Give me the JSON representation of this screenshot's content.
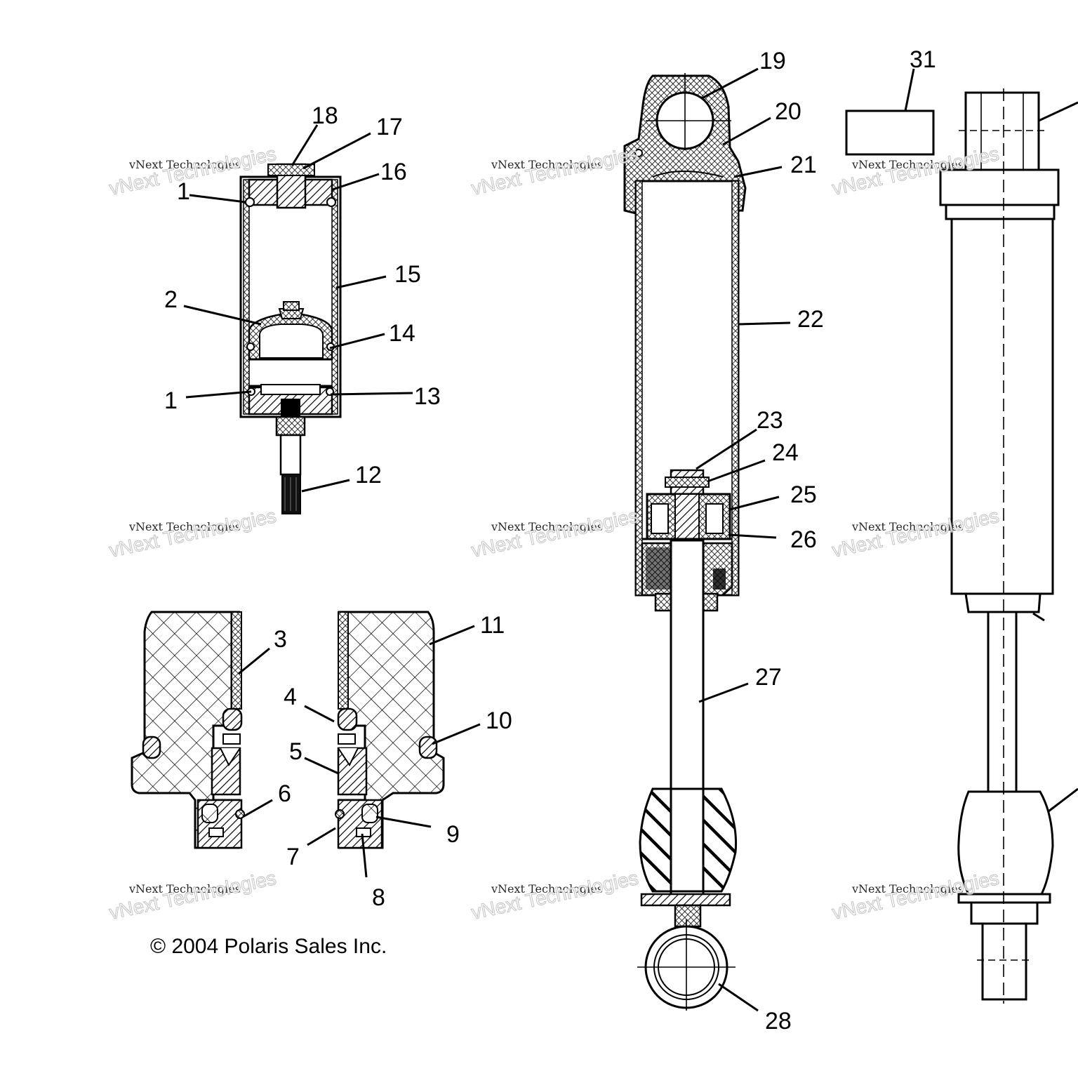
{
  "callouts": [
    {
      "id": "c1a",
      "text": "1"
    },
    {
      "id": "c1b",
      "text": "1"
    },
    {
      "id": "c2",
      "text": "2"
    },
    {
      "id": "c3",
      "text": "3"
    },
    {
      "id": "c4",
      "text": "4"
    },
    {
      "id": "c5",
      "text": "5"
    },
    {
      "id": "c6",
      "text": "6"
    },
    {
      "id": "c7",
      "text": "7"
    },
    {
      "id": "c8",
      "text": "8"
    },
    {
      "id": "c9",
      "text": "9"
    },
    {
      "id": "c10",
      "text": "10"
    },
    {
      "id": "c11",
      "text": "11"
    },
    {
      "id": "c12",
      "text": "12"
    },
    {
      "id": "c13",
      "text": "13"
    },
    {
      "id": "c14",
      "text": "14"
    },
    {
      "id": "c15",
      "text": "15"
    },
    {
      "id": "c16",
      "text": "16"
    },
    {
      "id": "c17",
      "text": "17"
    },
    {
      "id": "c18",
      "text": "18"
    },
    {
      "id": "c19",
      "text": "19"
    },
    {
      "id": "c20",
      "text": "20"
    },
    {
      "id": "c21",
      "text": "21"
    },
    {
      "id": "c22",
      "text": "22"
    },
    {
      "id": "c23",
      "text": "23"
    },
    {
      "id": "c24",
      "text": "24"
    },
    {
      "id": "c25",
      "text": "25"
    },
    {
      "id": "c26",
      "text": "26"
    },
    {
      "id": "c27",
      "text": "27"
    },
    {
      "id": "c28",
      "text": "28"
    },
    {
      "id": "c31",
      "text": "31"
    }
  ],
  "copyright": "© 2004 Polaris Sales Inc.",
  "watermark": {
    "line1": "vNext Technologies",
    "line2": "vNext Technologies"
  },
  "colors": {
    "ink": "#000000",
    "paper": "#ffffff",
    "watermark_outline": "#b9b9b9"
  }
}
